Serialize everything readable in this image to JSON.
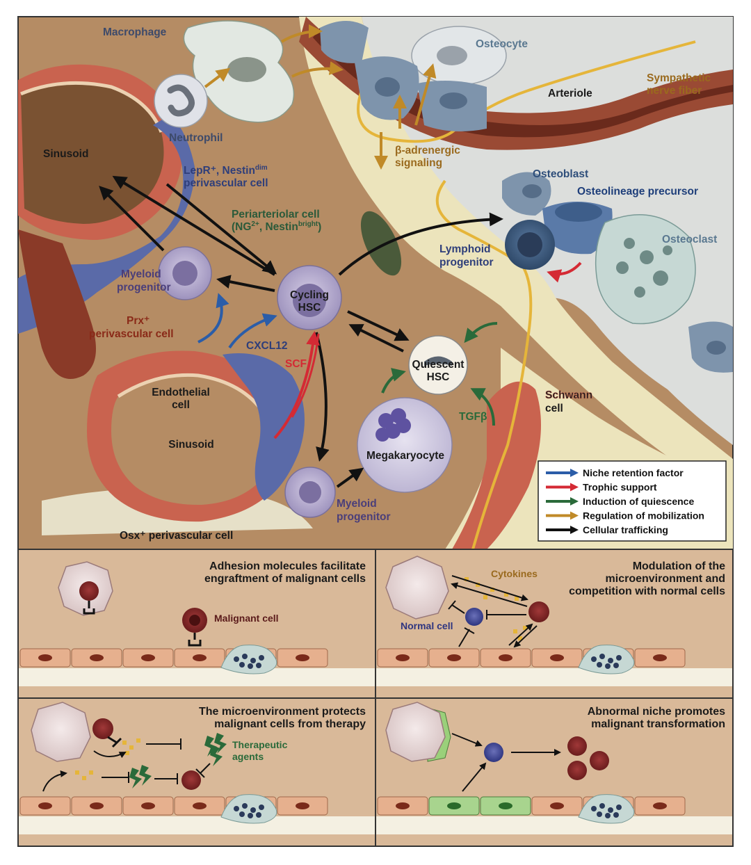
{
  "colors": {
    "brown_bg": "#b58c64",
    "sinusoid_inner": "#7a5232",
    "red_wall": "#c9634f",
    "blue_cell": "#5a6aa8",
    "bone_pale": "#ece4bc",
    "bone_grey": "#dcdedc",
    "arrow_blue": "#2b5da8",
    "arrow_red": "#d42a34",
    "arrow_green": "#2a6a3a",
    "arrow_gold": "#c08a28",
    "arrow_black": "#111111",
    "panel_bg": "#d9b999",
    "endo": "#e6b08e",
    "malignant": "#7a2424",
    "normal_cell": "#2e3580"
  },
  "main": {
    "labels": {
      "macrophage": "Macrophage",
      "osteocyte": "Osteocyte",
      "sympathetic_1": "Sympathetic",
      "sympathetic_2": "nerve fiber",
      "arteriole": "Arteriole",
      "sinusoid_top": "Sinusoid",
      "neutrophil": "Neutrophil",
      "beta_1": "β-adrenergic",
      "beta_2": "signaling",
      "lepr_1": "LepR⁺, Nestin",
      "lepr_sup": "dim",
      "lepr_2": "perivascular cell",
      "periart_1": "Periarteriolar cell",
      "periart_2a": "(NG",
      "periart_2b": "2+",
      "periart_2c": ", Nestin",
      "periart_2d": "bright",
      "periart_2e": ")",
      "osteoblast": "Osteoblast",
      "osteolineage": "Osteolineage precursor",
      "osteoclast": "Osteoclast",
      "lymphoid_1": "Lymphoid",
      "lymphoid_2": "progenitor",
      "myeloid_1": "Myeloid",
      "myeloid_2": "progenitor",
      "cycling_1": "Cycling",
      "cycling_2": "HSC",
      "prx_1": "Prx⁺",
      "prx_2": "perivascular cell",
      "cxcl12": "CXCL12",
      "scf": "SCF",
      "quiescent_1": "Quiescent",
      "quiescent_2": "HSC",
      "endothelial_1": "Endothelial",
      "endothelial_2": "cell",
      "sinusoid_bottom": "Sinusoid",
      "schwann_1": "Schwann",
      "schwann_2": "cell",
      "tgfb": "TGFβ",
      "megakaryocyte": "Megakaryocyte",
      "myeloid_b_1": "Myeloid",
      "myeloid_b_2": "progenitor",
      "osx": "Osx⁺ perivascular cell"
    },
    "legend": [
      {
        "label": "Niche retention factor",
        "color": "#2b5da8"
      },
      {
        "label": "Trophic support",
        "color": "#d42a34"
      },
      {
        "label": "Induction of quiescence",
        "color": "#2a6a3a"
      },
      {
        "label": "Regulation of mobilization",
        "color": "#c08a28"
      },
      {
        "label": "Cellular trafficking",
        "color": "#111111"
      }
    ]
  },
  "panels": [
    {
      "title_lines": [
        "Adhesion molecules facilitate",
        "engraftment of malignant cells"
      ],
      "labels": {
        "malignant": "Malignant cell"
      }
    },
    {
      "title_lines": [
        "Modulation of the",
        "microenvironment and",
        "competition with normal cells"
      ],
      "labels": {
        "cytokines": "Cytokines",
        "normal": "Normal cell"
      }
    },
    {
      "title_lines": [
        "The microenvironment protects",
        "malignant cells from therapy"
      ],
      "labels": {
        "therapeutic_1": "Therapeutic",
        "therapeutic_2": "agents"
      }
    },
    {
      "title_lines": [
        "Abnormal niche promotes",
        "malignant transformation"
      ],
      "labels": {}
    }
  ]
}
